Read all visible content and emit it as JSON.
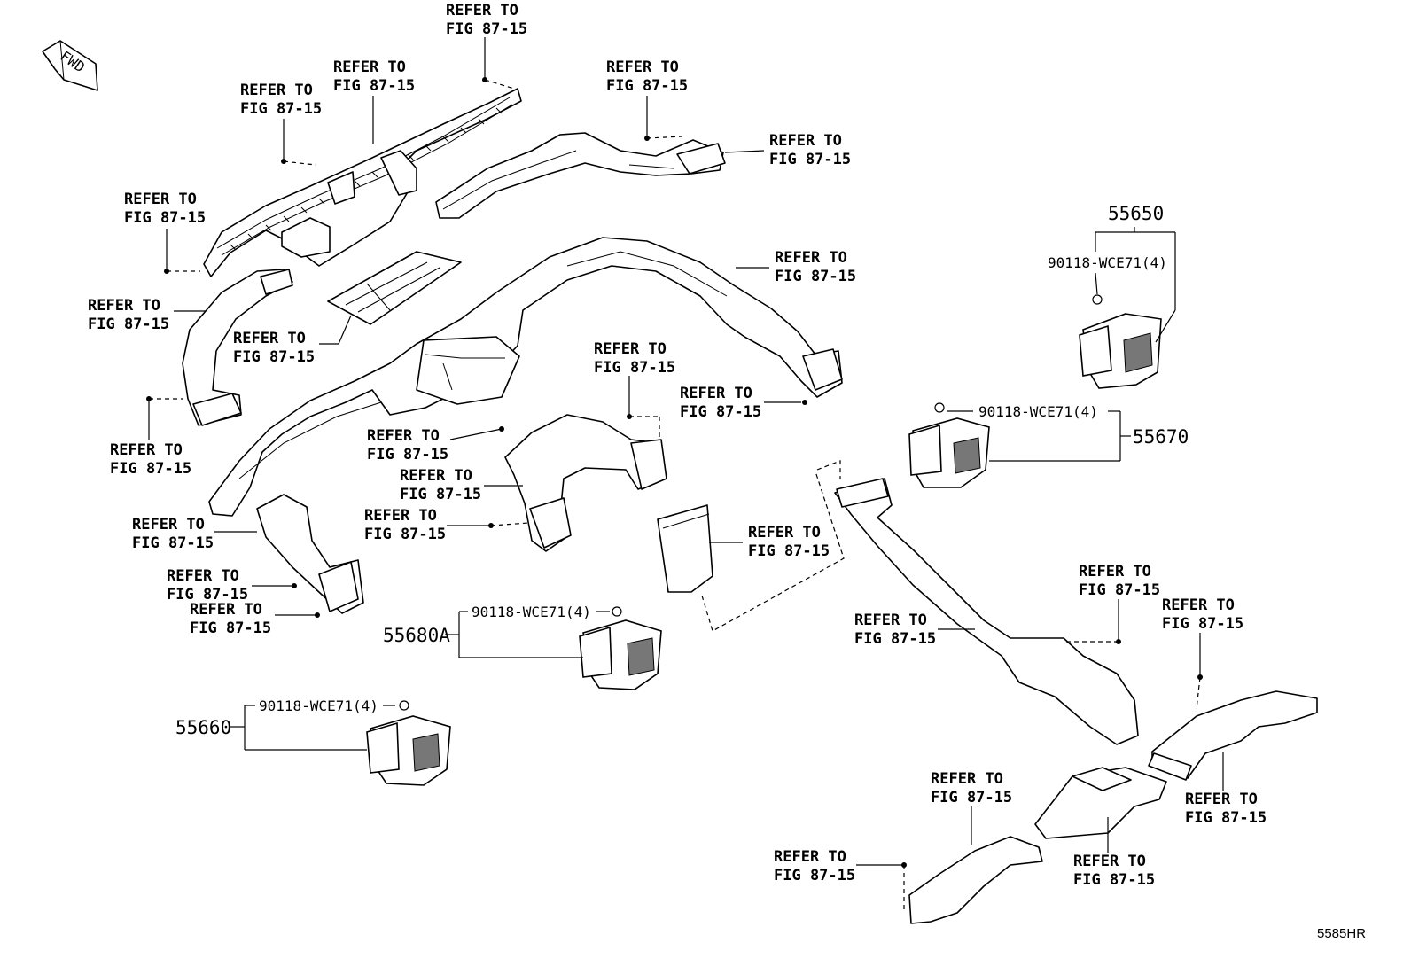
{
  "refer_label": [
    "REFER TO",
    "FIG 87-15"
  ],
  "orientation_arrow": "FWD",
  "fastener": "90118-WCE71(4)",
  "parts": {
    "p55650": "55650",
    "p55670": "55670",
    "p55680A": "55680A",
    "p55660": "55660"
  },
  "diagram_code": "5585HR"
}
